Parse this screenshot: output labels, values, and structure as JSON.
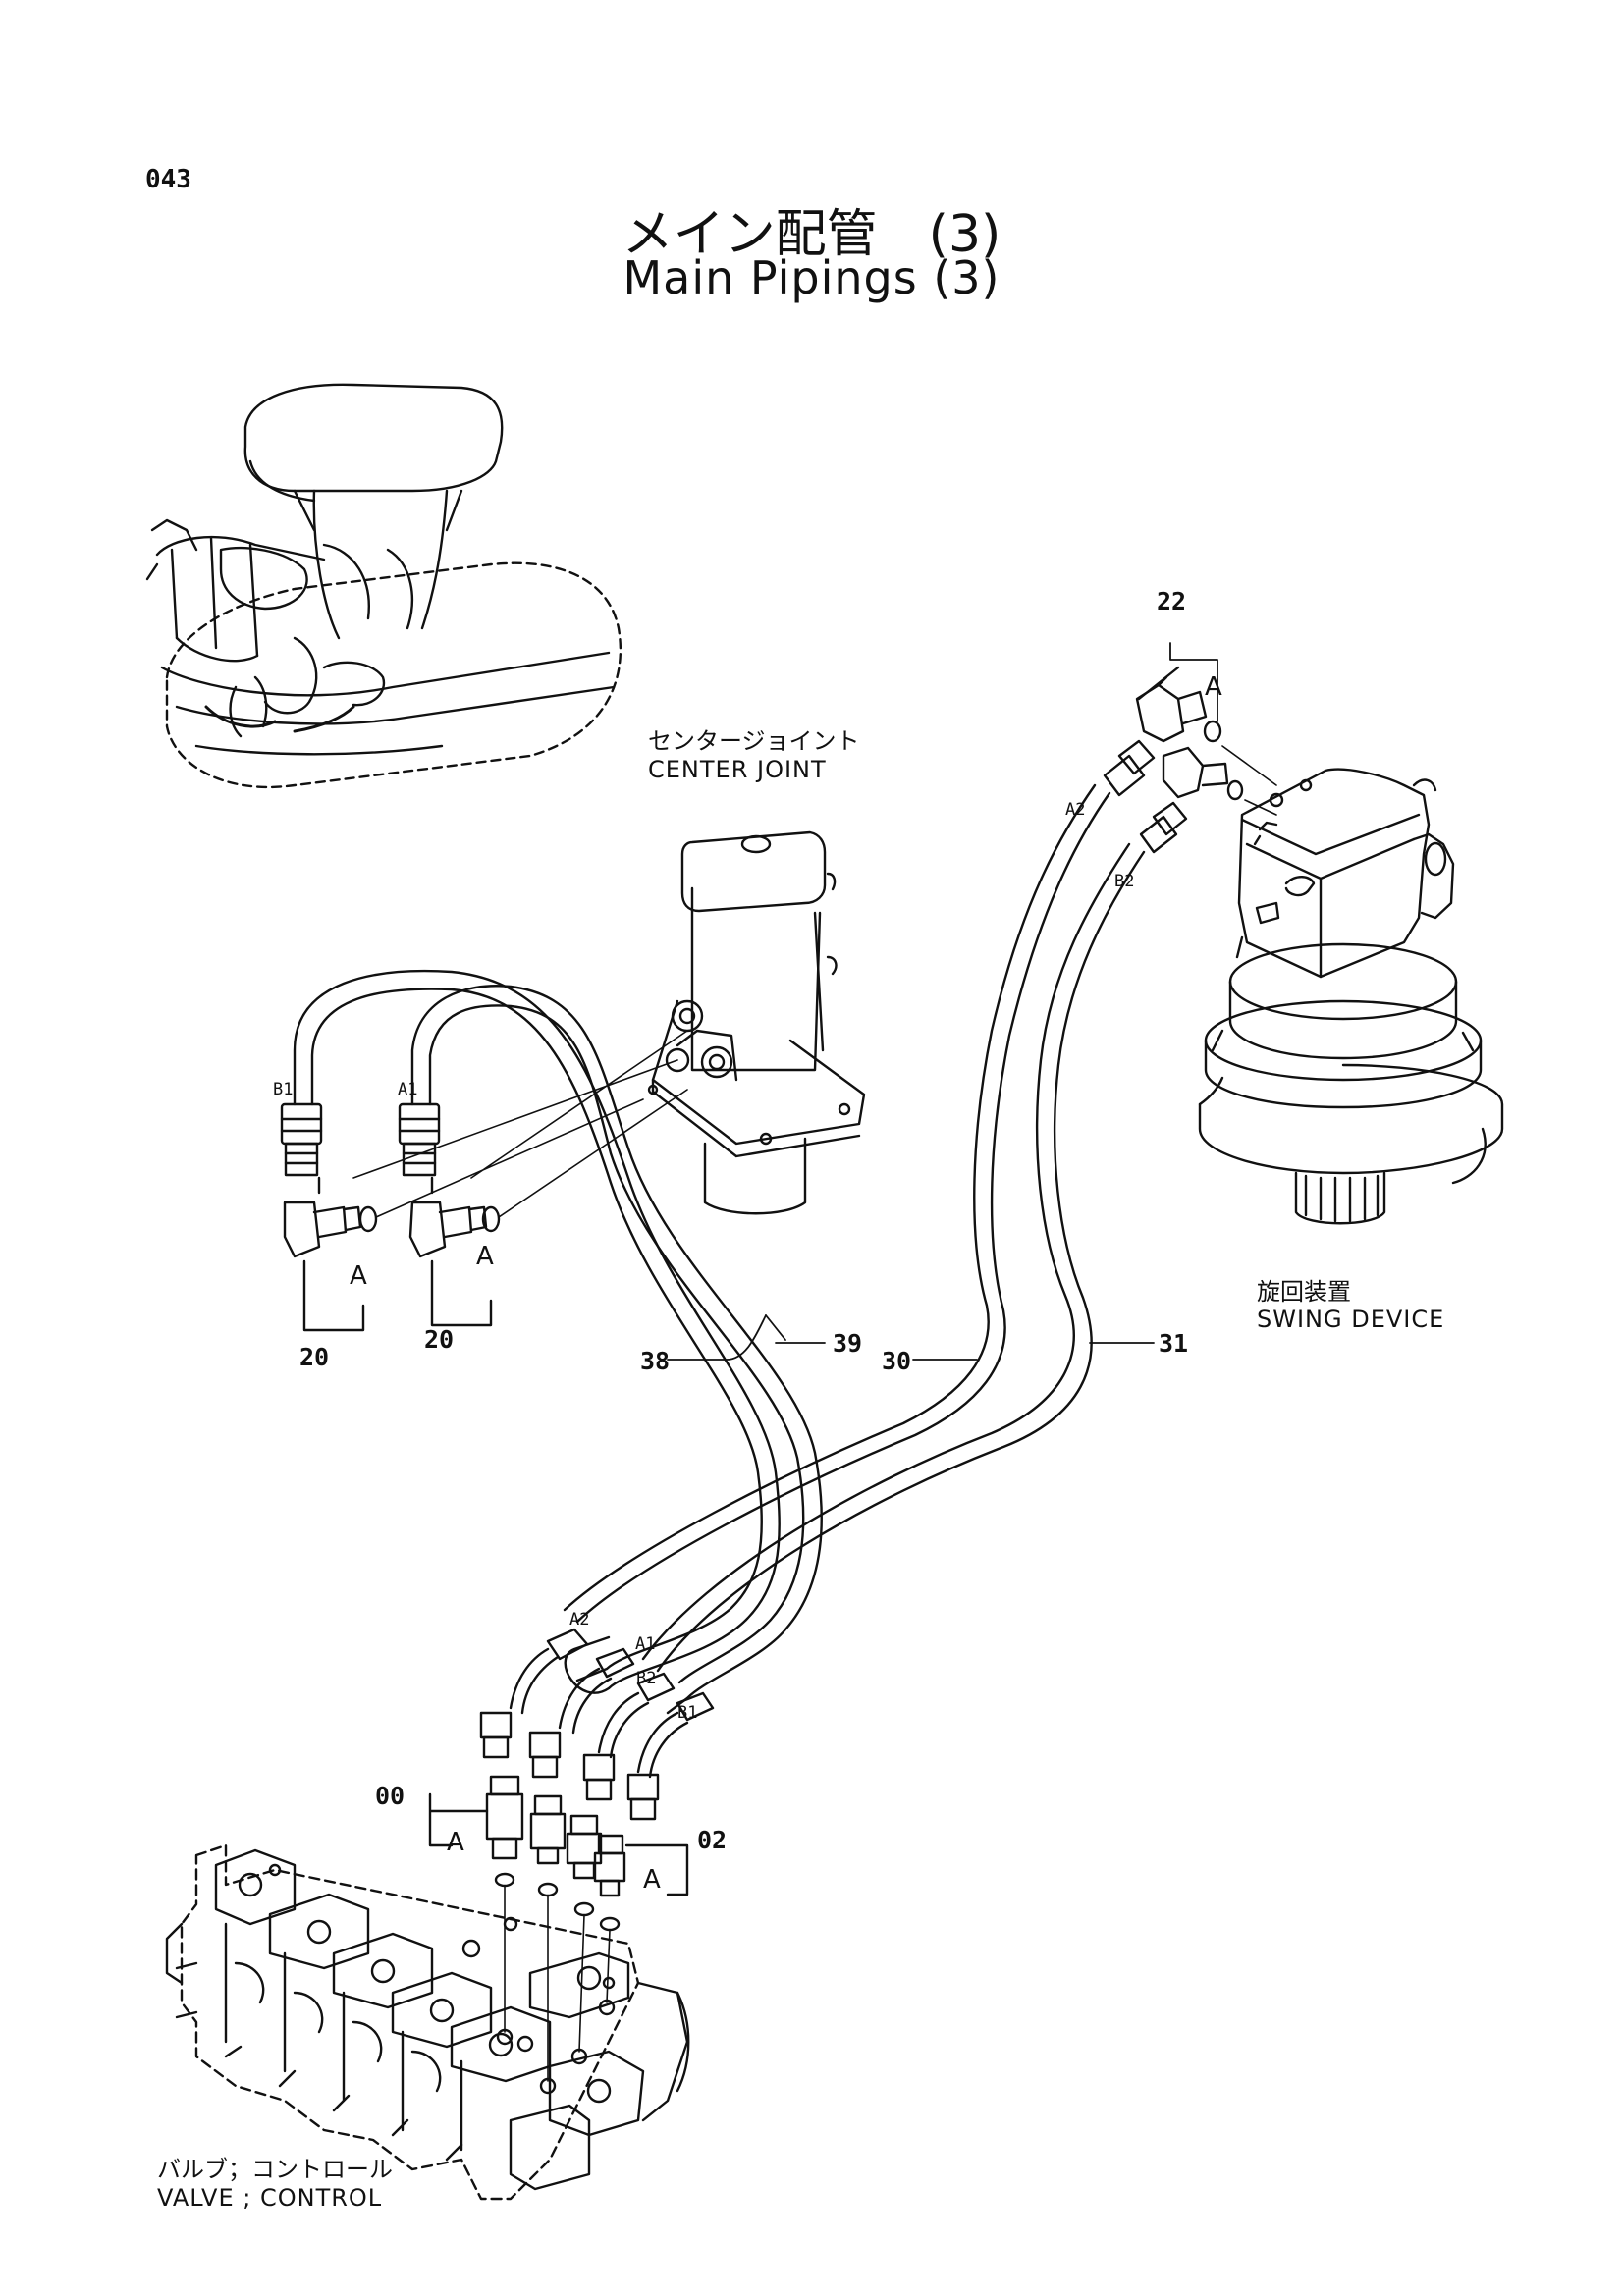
{
  "page": {
    "number": "043"
  },
  "title": {
    "jp": "メイン配管　(3)",
    "en": "Main Pipings (3)"
  },
  "components": {
    "center_joint": {
      "jp": "センタージョイント",
      "en": "CENTER JOINT"
    },
    "swing_device": {
      "jp": "旋回装置",
      "en": "SWING DEVICE"
    },
    "control_valve": {
      "jp": "バルブ；コントロール",
      "en": "VALVE ; CONTROL"
    }
  },
  "callouts": {
    "p20a": "20",
    "p20b": "20",
    "p22": "22",
    "p38": "38",
    "p39": "39",
    "p30": "30",
    "p31": "31",
    "p00": "00",
    "p02": "02"
  },
  "port_tags": {
    "b1_left": "B1",
    "a1_left": "A1",
    "a2_top": "A2",
    "b2_top": "B2",
    "a2_bottom": "A2",
    "a1_bottom": "A1",
    "b2_bottom": "B2",
    "b1_bottom": "B1"
  },
  "detail_marks": {
    "a_left1": "A",
    "a_left2": "A",
    "a_top": "A",
    "a_bottom1": "A",
    "a_bottom2": "A"
  }
}
